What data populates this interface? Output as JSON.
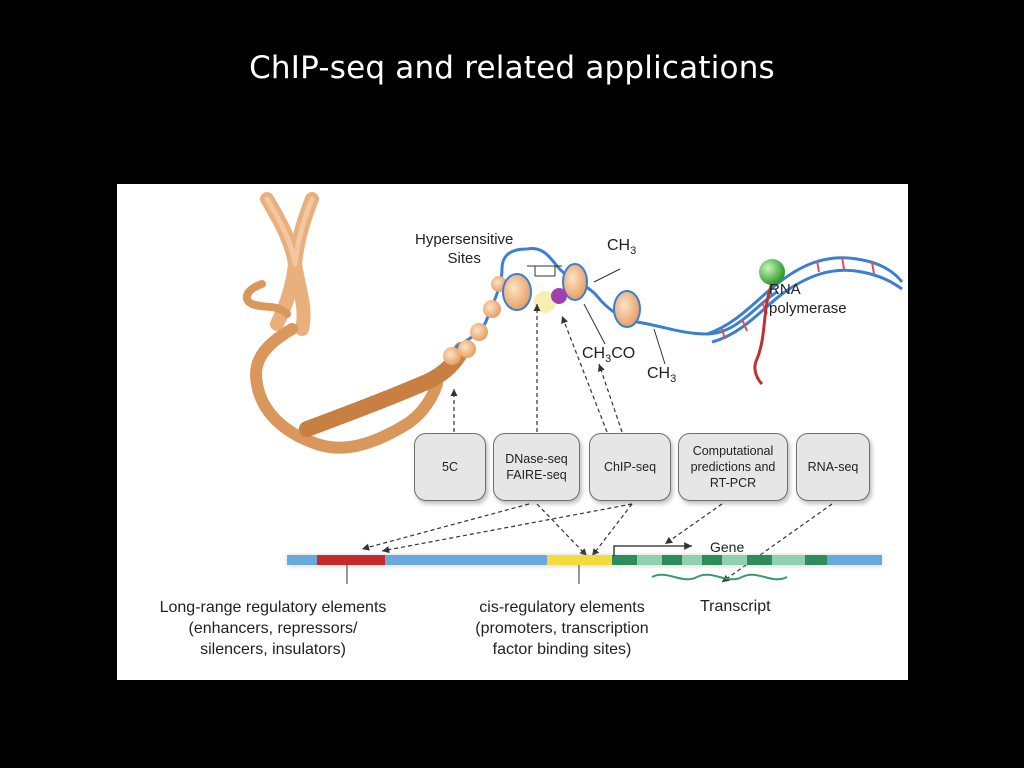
{
  "slide": {
    "title": "ChIP-seq and related applications"
  },
  "figure": {
    "labels": {
      "hypersensitive_line1": "Hypersensitive",
      "hypersensitive_line2": "Sites",
      "ch3_top": "CH",
      "ch3_top_sub": "3",
      "ch3co": "CH",
      "ch3co_sub": "3",
      "ch3co_tail": "CO",
      "ch3_bottom": "CH",
      "ch3_bottom_sub": "3",
      "rna_polymerase_line1": "RNA",
      "rna_polymerase_line2": "polymerase",
      "gene": "Gene",
      "transcript": "Transcript",
      "long_range_line1": "Long-range regulatory elements",
      "long_range_line2": "(enhancers, repressors/",
      "long_range_line3": "silencers, insulators)",
      "cis_line1": "cis-regulatory elements",
      "cis_line2": "(promoters, transcription",
      "cis_line3": "factor binding sites)"
    },
    "methods": [
      {
        "label": "5C"
      },
      {
        "label": "DNase-seq\nFAIRE-seq"
      },
      {
        "label": "ChIP-seq"
      },
      {
        "label": "Computational\npredictions and\nRT-PCR"
      },
      {
        "label": "RNA-seq"
      }
    ],
    "colors": {
      "chromatin": "#d9975b",
      "dna_strand": "#3a7fd0",
      "histone": "#f2b98a",
      "polymerase": "#4cc04a",
      "modification": "#a040b0",
      "genome_bar": "#6aa8dc",
      "long_range_element": "#c42a2a",
      "cis_element": "#f2dc3c",
      "exon": "#2e8c5a",
      "intron": "#8fd0b0",
      "transcript_wave": "#3a9a6a"
    }
  }
}
